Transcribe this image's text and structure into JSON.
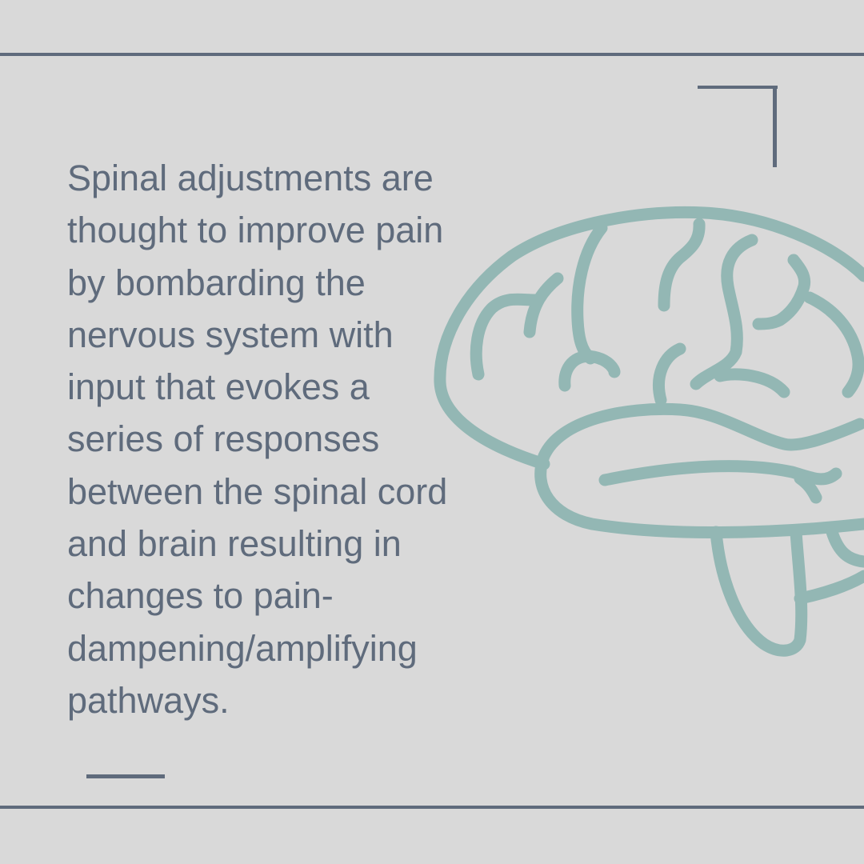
{
  "content": {
    "lines": [
      "Spinal adjustments are",
      "thought to improve pain",
      "by bombarding the",
      "nervous system with",
      "input that evokes a",
      "series of responses",
      "between the spinal cord",
      "and brain resulting in",
      "changes to pain-",
      "dampening/amplifying",
      "pathways."
    ]
  },
  "illustration": {
    "icon": "brain-icon",
    "color": "#93b7b4"
  },
  "colors": {
    "background": "#d9d9d9",
    "text": "#5f6b7c",
    "rules": "#5f6b7c",
    "accent": "#93b7b4"
  }
}
